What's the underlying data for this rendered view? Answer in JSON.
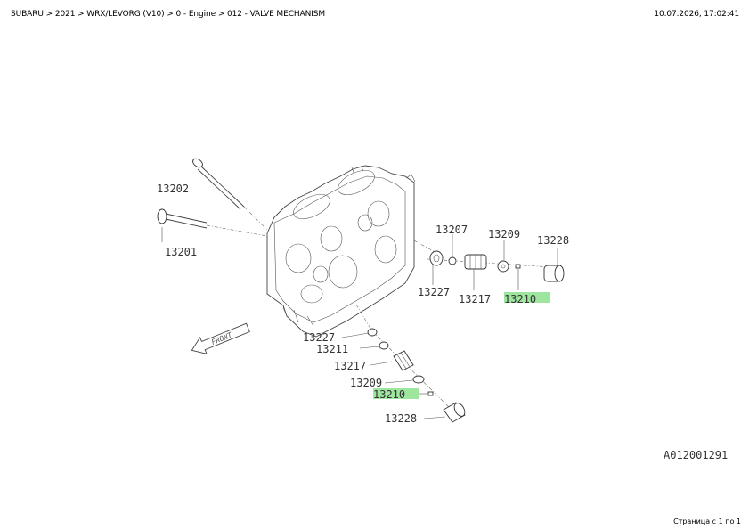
{
  "header": {
    "breadcrumb": "SUBARU > 2021 > WRX/LEVORG (V10) > 0 - Engine > 012 - VALVE MECHANISM",
    "timestamp": "10.07.2026, 17:02:41"
  },
  "diagram": {
    "callouts": [
      {
        "id": "c-13202",
        "text": "13202"
      },
      {
        "id": "c-13201",
        "text": "13201"
      },
      {
        "id": "c-13207",
        "text": "13207"
      },
      {
        "id": "c-13209-top",
        "text": "13209"
      },
      {
        "id": "c-13228-top",
        "text": "13228"
      },
      {
        "id": "c-13227-top",
        "text": "13227"
      },
      {
        "id": "c-13217-top",
        "text": "13217"
      },
      {
        "id": "c-13210-top",
        "text": "13210",
        "highlighted": true
      },
      {
        "id": "c-13227-bot",
        "text": "13227"
      },
      {
        "id": "c-13211",
        "text": "13211"
      },
      {
        "id": "c-13217-bot",
        "text": "13217"
      },
      {
        "id": "c-13209-bot",
        "text": "13209"
      },
      {
        "id": "c-13210-bot",
        "text": "13210",
        "highlighted": true
      },
      {
        "id": "c-13228-bot",
        "text": "13228"
      }
    ],
    "front_label": "FRONT",
    "drawing_code": "A012001291",
    "highlight_color": "#8de08d"
  },
  "footer": {
    "page_info": "Страница с 1 по 1"
  }
}
